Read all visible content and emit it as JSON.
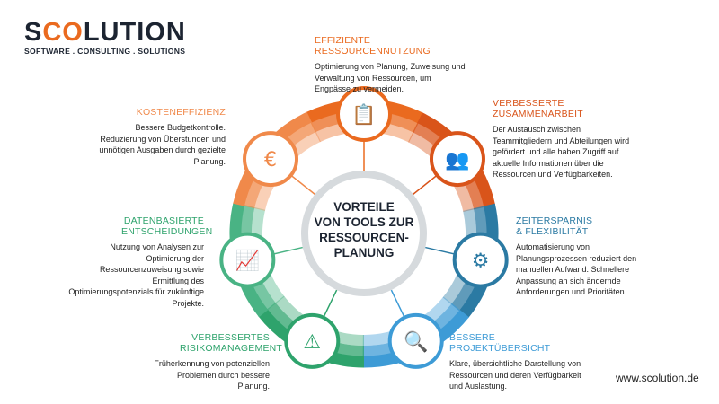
{
  "logo": {
    "text_pre": "S",
    "text_oo": "CO",
    "text_post": "LUTION",
    "tagline": "SOFTWARE . CONSULTING . SOLUTIONS"
  },
  "center": {
    "lines": [
      "VORTEILE",
      "VON TOOLS ZUR",
      "RESSOURCEN-",
      "PLANUNG"
    ]
  },
  "colors": {
    "orange": "#ea6a1f",
    "orange_light": "#f0894a",
    "orange_dark": "#d9541a",
    "blue": "#2b7aa3",
    "blue_light": "#3d9bd6",
    "green": "#2ea36c",
    "green_light": "#49b384",
    "grey": "#d6dadd"
  },
  "benefits": [
    {
      "title": "EFFIZIENTE RESSOURCENNUTZUNG",
      "text": "Optimierung von Planung, Zuweisung und Verwaltung von Ressourcen, um Engpässe zu vermeiden.",
      "icon": "clipboard-gear-icon",
      "glyph": "📋"
    },
    {
      "title": "VERBESSERTE ZUSAMMENARBEIT",
      "text": "Der Austausch zwischen Teammitgliedern und Abteilungen wird gefördert und alle haben Zugriff auf aktuelle Informationen über die Ressourcen und Verfügbarkeiten.",
      "icon": "team-icon",
      "glyph": "👥"
    },
    {
      "title": "ZEITERSPARNIS & FLEXIBILITÄT",
      "text": "Automatisierung von Planungsprozessen reduziert den manuellen Aufwand. Schnellere Anpassung an sich ändernde Anforderungen und Prioritäten.",
      "icon": "gear-clock-icon",
      "glyph": "⚙"
    },
    {
      "title": "BESSERE PROJEKTÜBERSICHT",
      "text": "Klare, übersichtliche Darstellung von Ressourcen und deren Verfügbarkeit und Auslastung.",
      "icon": "chart-magnifier-icon",
      "glyph": "🔍"
    },
    {
      "title": "VERBESSERTES RISIKOMANAGEMENT",
      "text": "Früherkennung von potenziellen Problemen durch bessere Planung.",
      "icon": "hands-warning-icon",
      "glyph": "⚠"
    },
    {
      "title": "DATENBASIERTE ENTSCHEIDUNGEN",
      "text": "Nutzung von Analysen zur Optimierung der Ressourcenzuweisung sowie Ermittlung des Optimierungspotenzials für zukünftige Projekte.",
      "icon": "monitor-analytics-icon",
      "glyph": "📈"
    },
    {
      "title": "KOSTENEFFIZIENZ",
      "text": "Bessere Budgetkontrolle. Reduzierung von Überstunden und unnötigen Ausgaben durch gezielte Planung.",
      "icon": "document-coins-icon",
      "glyph": "€"
    }
  ],
  "footer": {
    "url": "www.scolution.de"
  }
}
